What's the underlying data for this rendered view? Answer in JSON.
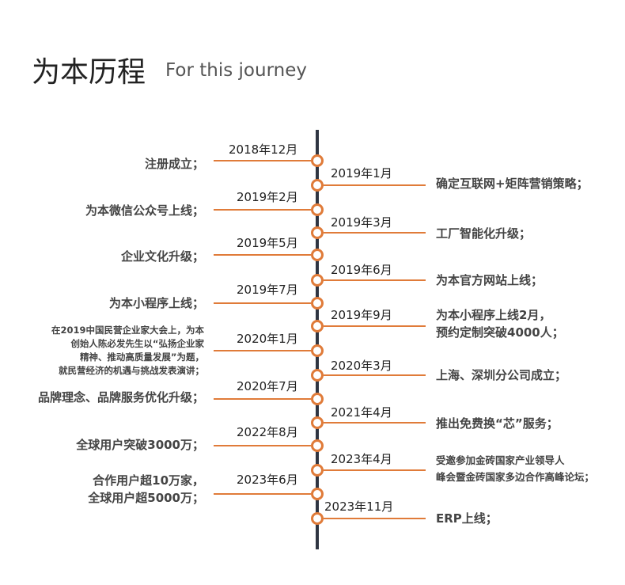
{
  "header": {
    "title": "为本历程",
    "subtitle": "For this journey"
  },
  "timeline": {
    "events": [
      {
        "date": "2018年12月",
        "desc": [
          "注册成立；"
        ]
      },
      {
        "date": "2019年1月",
        "desc": [
          "确定互联网+矩阵营销策略；"
        ]
      },
      {
        "date": "2019年2月",
        "desc": [
          "为本微信公众号上线；"
        ]
      },
      {
        "date": "2019年3月",
        "desc": [
          "工厂智能化升级；"
        ]
      },
      {
        "date": "2019年5月",
        "desc": [
          "企业文化升级；"
        ]
      },
      {
        "date": "2019年6月",
        "desc": [
          "为本官方网站上线；"
        ]
      },
      {
        "date": "2019年7月",
        "desc": [
          "为本小程序上线；"
        ]
      },
      {
        "date": "2019年9月",
        "desc": [
          "为本小程序上线2月，",
          "预约定制突破4000人；"
        ]
      },
      {
        "date": "2020年1月",
        "desc": [
          "在2019中国民营企业家大会上，为本",
          "创始人陈必发先生以“弘扬企业家",
          "精神、推动高质量发展”为题，",
          "就民营经济的机遇与挑战发表演讲；"
        ]
      },
      {
        "date": "2020年3月",
        "desc": [
          "上海、深圳分公司成立；"
        ]
      },
      {
        "date": "2020年7月",
        "desc": [
          "品牌理念、品牌服务优化升级；"
        ]
      },
      {
        "date": "2021年4月",
        "desc": [
          "推出免费换“芯”服务；"
        ]
      },
      {
        "date": "2022年8月",
        "desc": [
          "全球用户突破3000万；"
        ]
      },
      {
        "date": "2023年4月",
        "desc": [
          "受邀参加金砖国家产业领导人",
          "峰会暨金砖国家多边合作高峰论坛；"
        ]
      },
      {
        "date": "2023年6月",
        "desc": [
          "合作用户超10万家，",
          "全球用户超5000万；"
        ]
      },
      {
        "date": "2023年11月",
        "desc": [
          "ERP上线；"
        ]
      }
    ]
  },
  "colors": {
    "accent": "#e07b39",
    "axis": "#2f3542",
    "text": "#444444"
  }
}
